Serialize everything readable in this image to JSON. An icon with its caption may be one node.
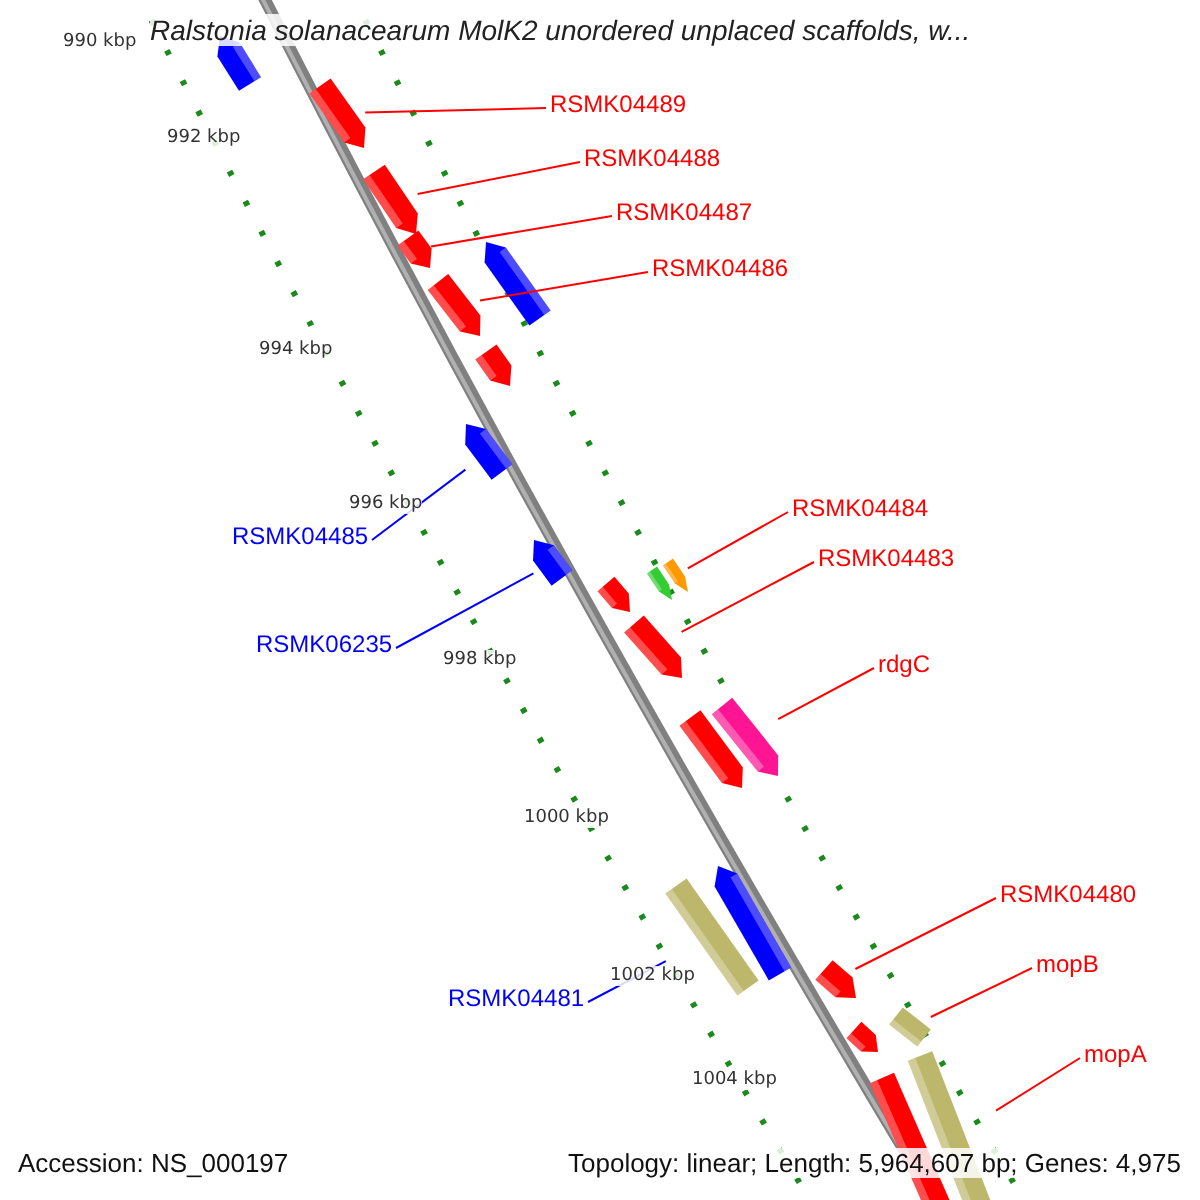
{
  "diagram": {
    "title": "Ralstonia solanacearum MolK2 unordered unplaced scaffolds, w...",
    "nodes": [
      {
        "text": [],
        "shape": "arrow"
      },
      {
        "text": [],
        "shape": "arrow"
      },
      {
        "text": [],
        "shape": "arrow"
      },
      {
        "text": [],
        "shape": "arrow"
      },
      {
        "text": [],
        "shape": "arrow"
      },
      {
        "text": [],
        "shape": "arrow"
      },
      {
        "text": [],
        "shape": "arrow"
      },
      {
        "text": [],
        "shape": "arrow"
      },
      {
        "text": [],
        "shape": "arrow"
      },
      {
        "text": [],
        "shape": "arrow"
      },
      {
        "text": [],
        "shape": "arrow"
      },
      {
        "text": [],
        "shape": "arrow"
      },
      {
        "text": [],
        "shape": "arrow"
      },
      {
        "text": [],
        "shape": "arrow"
      },
      {
        "text": [],
        "shape": "arrow"
      },
      {
        "text": [],
        "shape": "box"
      },
      {
        "text": [],
        "shape": "arrow"
      },
      {
        "text": [],
        "shape": "arrow"
      },
      {
        "text": [],
        "shape": "arrow"
      },
      {
        "text": [],
        "shape": "box"
      },
      {
        "text": [],
        "shape": "arrow"
      },
      {
        "text": [],
        "shape": "box"
      },
      {
        "text": [
          "RSMK04489"
        ]
      },
      {
        "text": [
          "RSMK04488"
        ]
      },
      {
        "text": [
          "RSMK04487"
        ]
      },
      {
        "text": [
          "RSMK04486"
        ]
      },
      {
        "text": [
          "RSMK04485"
        ]
      },
      {
        "text": [
          "RSMK06235"
        ]
      },
      {
        "text": [
          "RSMK04484"
        ]
      },
      {
        "text": [
          "RSMK04483"
        ]
      },
      {
        "text": [
          "rdgC"
        ]
      },
      {
        "text": [
          "RSMK04481"
        ]
      },
      {
        "text": [
          "RSMK04480"
        ]
      },
      {
        "text": [
          "mopB"
        ]
      },
      {
        "text": [
          "mopA"
        ]
      }
    ],
    "edges": [
      {
        "from": 22,
        "to": 1,
        "arrow": "none"
      },
      {
        "from": 23,
        "to": 2,
        "arrow": "none"
      },
      {
        "from": 24,
        "to": 3,
        "arrow": "none"
      },
      {
        "from": 25,
        "to": 4,
        "arrow": "none"
      },
      {
        "from": 26,
        "to": 7,
        "arrow": "none",
        "color": "#0000ff"
      },
      {
        "from": 27,
        "to": 8,
        "arrow": "none",
        "color": "#0000ff"
      },
      {
        "from": 28,
        "to": 11,
        "arrow": "none"
      },
      {
        "from": 29,
        "to": 12,
        "arrow": "none"
      },
      {
        "from": 30,
        "to": 14,
        "arrow": "none"
      },
      {
        "from": 31,
        "to": 15,
        "arrow": "none",
        "color": "#0000ff"
      },
      {
        "from": 32,
        "to": 17,
        "arrow": "none"
      },
      {
        "from": 33,
        "to": 19,
        "arrow": "none"
      },
      {
        "from": 34,
        "to": 21,
        "arrow": "none"
      }
    ],
    "labels": [
      "990 kbp",
      "992 kbp",
      "994 kbp",
      "996 kbp",
      "998 kbp",
      "1000 kbp",
      "1002 kbp",
      "1004 kbp",
      "Accession: NS_000197",
      "Topology: linear; Length: 5,964,607 bp; Genes: 4,975"
    ]
  }
}
